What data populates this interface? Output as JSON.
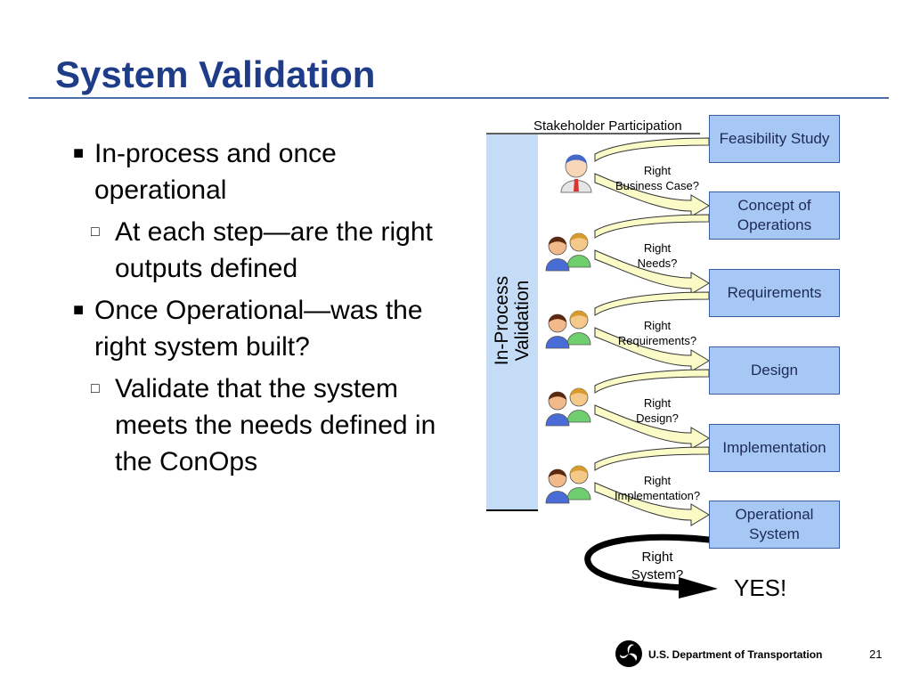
{
  "slide": {
    "title": "System Validation",
    "bullets": [
      {
        "level": 1,
        "text": "In-process and once operational"
      },
      {
        "level": 2,
        "text": "At each step—are the right outputs defined"
      },
      {
        "level": 1,
        "text": "Once Operational—was the right system built?"
      },
      {
        "level": 2,
        "text": "Validate that the system meets the needs defined in the ConOps"
      }
    ]
  },
  "diagram": {
    "stakeholder_label": "Stakeholder Participation",
    "in_process_label": [
      "In-Process",
      "Validation"
    ],
    "steps": [
      {
        "label": "Feasibility Study"
      },
      {
        "label": "Concept of Operations"
      },
      {
        "label": "Requirements"
      },
      {
        "label": "Design"
      },
      {
        "label": "Implementation"
      },
      {
        "label": "Operational System"
      }
    ],
    "questions": [
      {
        "lines": [
          "Right",
          "Business Case?"
        ]
      },
      {
        "lines": [
          "Right",
          "Needs?"
        ]
      },
      {
        "lines": [
          "Right",
          "Requirements?"
        ]
      },
      {
        "lines": [
          "Right",
          "Design?"
        ]
      },
      {
        "lines": [
          "Right",
          "Implementation?"
        ]
      },
      {
        "lines": [
          "Right",
          "System?"
        ]
      }
    ],
    "result": "YES!",
    "colors": {
      "step_fill": "#a7c8f4",
      "arrow_fill": "#fbfbc8",
      "title": "#1f3c88"
    }
  },
  "footer": {
    "org": "U.S. Department of Transportation",
    "page": "21",
    "logo_icon": "dot-triskelion-logo"
  }
}
